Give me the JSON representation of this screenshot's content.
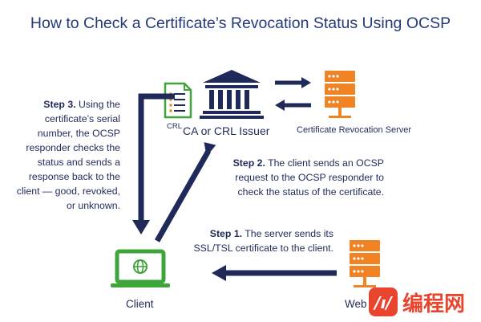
{
  "title": "How to Check a Certificate’s Revocation Status Using OCSP",
  "colors": {
    "navy": "#1f2a5a",
    "title_blue": "#243a7a",
    "orange": "#f08324",
    "green": "#3ea53a"
  },
  "nodes": {
    "ca_label": "CA or CRL Issuer",
    "crl_label": "CRL",
    "crs_label": "Certificate Revocation Server",
    "client_label": "Client",
    "web_label": "Web"
  },
  "steps": {
    "step3_head": "Step 3.",
    "step3_body": " Using the certificate’s serial number, the OCSP responder checks the status and sends a response back to the client — good, revoked, or unknown.",
    "step2_head": "Step 2.",
    "step2_body": " The client sends an OCSP request to the OCSP responder to check the status of the certificate.",
    "step1_head": "Step 1.",
    "step1_body": " The server sends its SSL/TSL certificate to the client."
  },
  "icons": {
    "ca": "bank-building-icon",
    "crl": "document-checklist-icon",
    "crs": "server-stack-icon",
    "client": "laptop-globe-icon",
    "web": "server-stack-icon"
  },
  "watermark": "编程网"
}
